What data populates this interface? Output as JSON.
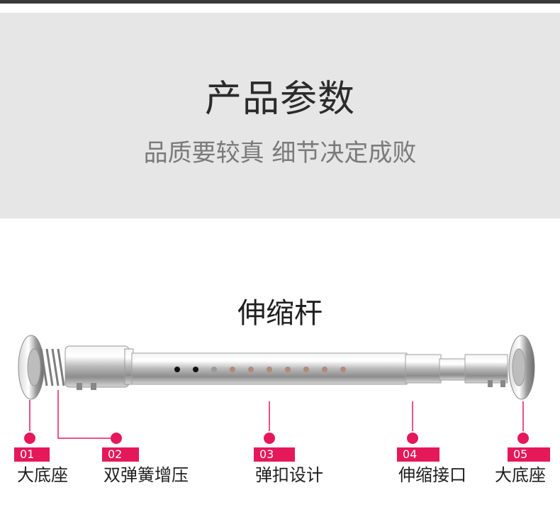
{
  "banner": {
    "title": "产品参数",
    "subtitle": "品质要较真 细节决定成败"
  },
  "product": {
    "title": "伸缩杆"
  },
  "accent_color": "#e5185a",
  "parts": [
    {
      "number": "01",
      "label": "大底座"
    },
    {
      "number": "02",
      "label": "双弹簧增压"
    },
    {
      "number": "03",
      "label": "弹扣设计"
    },
    {
      "number": "04",
      "label": "伸缩接口"
    },
    {
      "number": "05",
      "label": "大底座"
    }
  ]
}
